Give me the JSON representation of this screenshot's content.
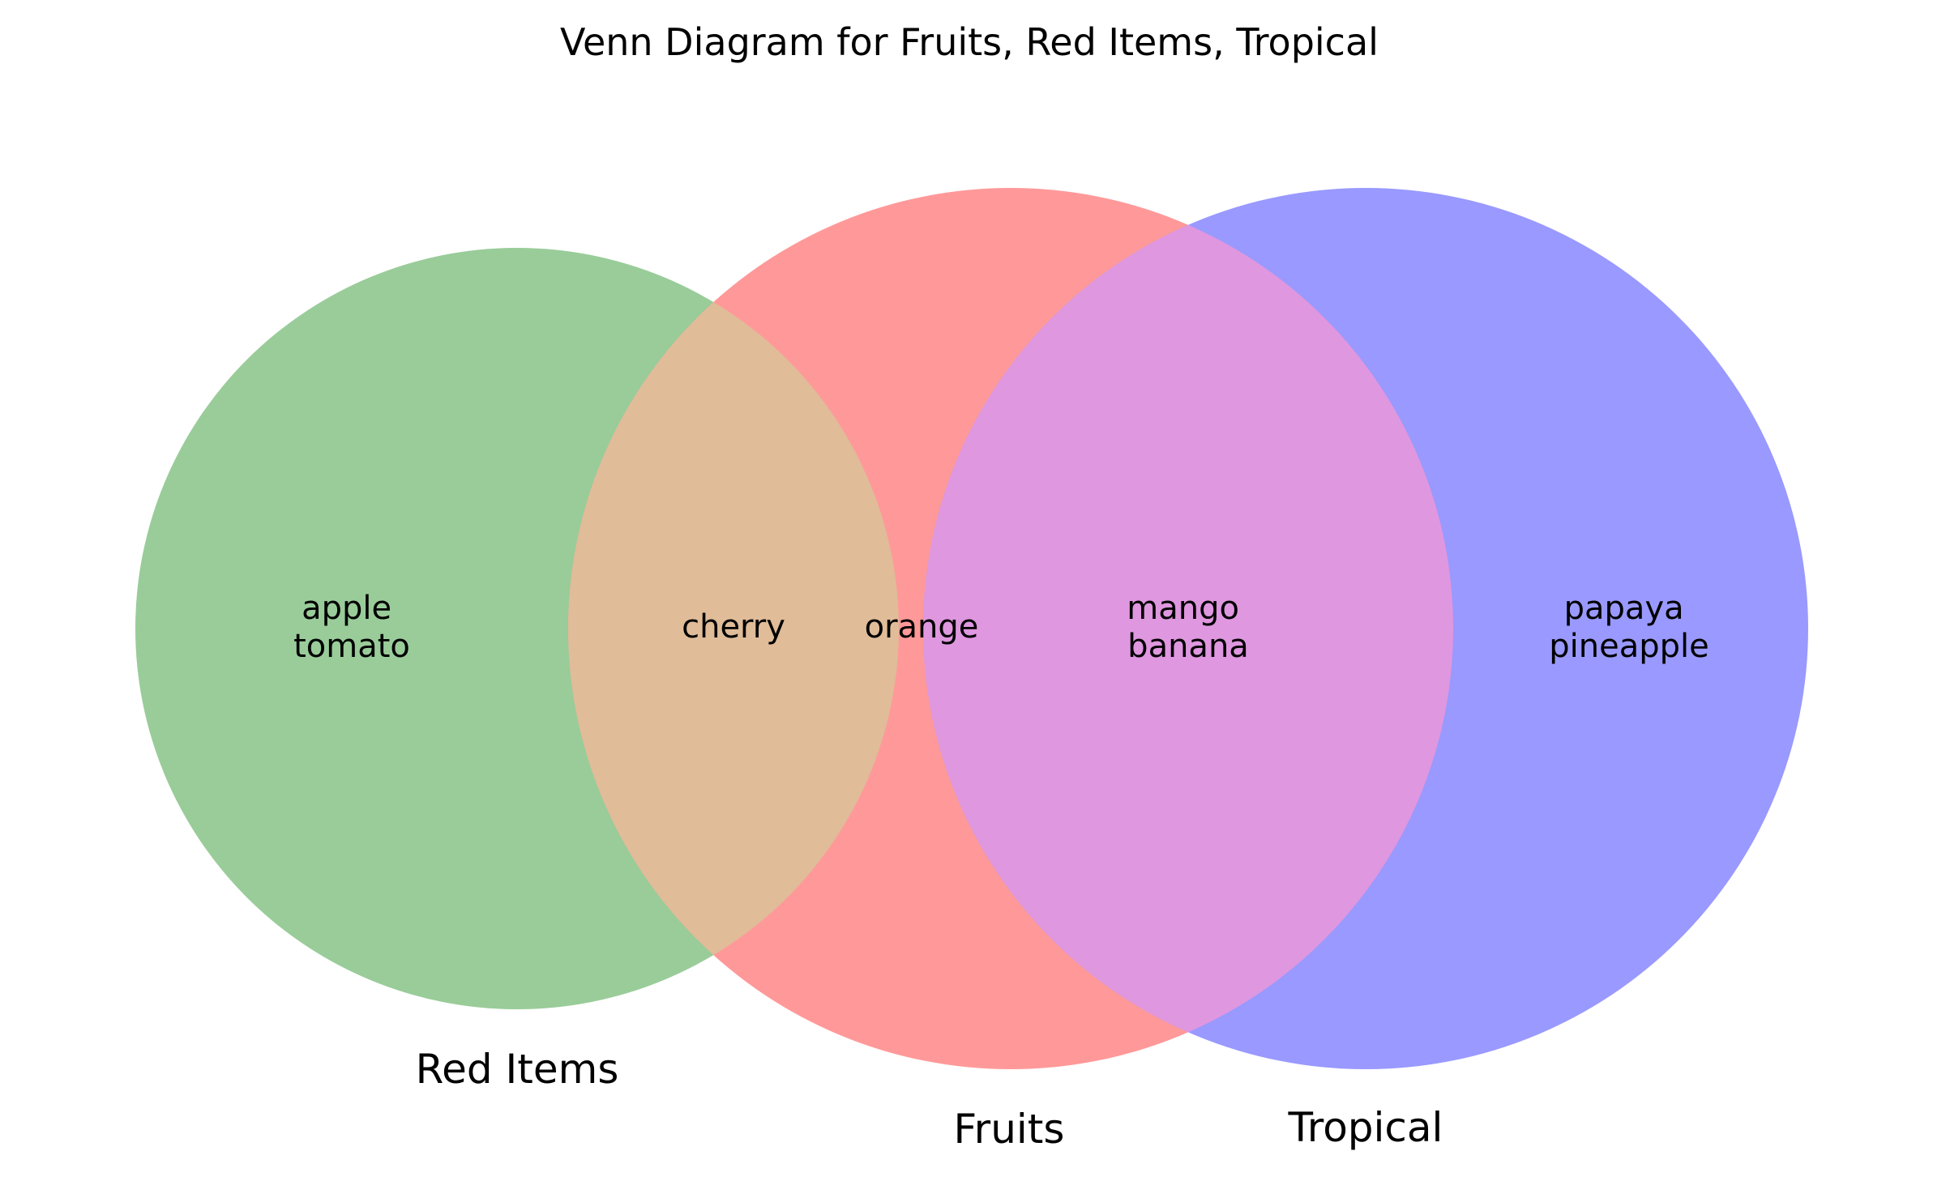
{
  "title": "Venn Diagram for Fruits, Red Items, Tropical",
  "sets": {
    "red_items": {
      "label": "Red Items",
      "color": "#99CC99"
    },
    "fruits": {
      "label": "Fruits",
      "color": "#FF9999"
    },
    "tropical": {
      "label": "Tropical",
      "color": "#9999FF"
    }
  },
  "overlap_colors": {
    "red_items_fruits": "#E0BC99",
    "fruits_tropical": "#DF97DF"
  },
  "regions": {
    "red_items_only": {
      "items": [
        "apple",
        "tomato"
      ]
    },
    "red_items_and_fruits": {
      "items": [
        "cherry"
      ]
    },
    "fruits_only": {
      "items": [
        "orange"
      ]
    },
    "fruits_and_tropical": {
      "items": [
        "mango",
        "banana"
      ]
    },
    "tropical_only": {
      "items": [
        "papaya",
        "pineapple"
      ]
    }
  }
}
